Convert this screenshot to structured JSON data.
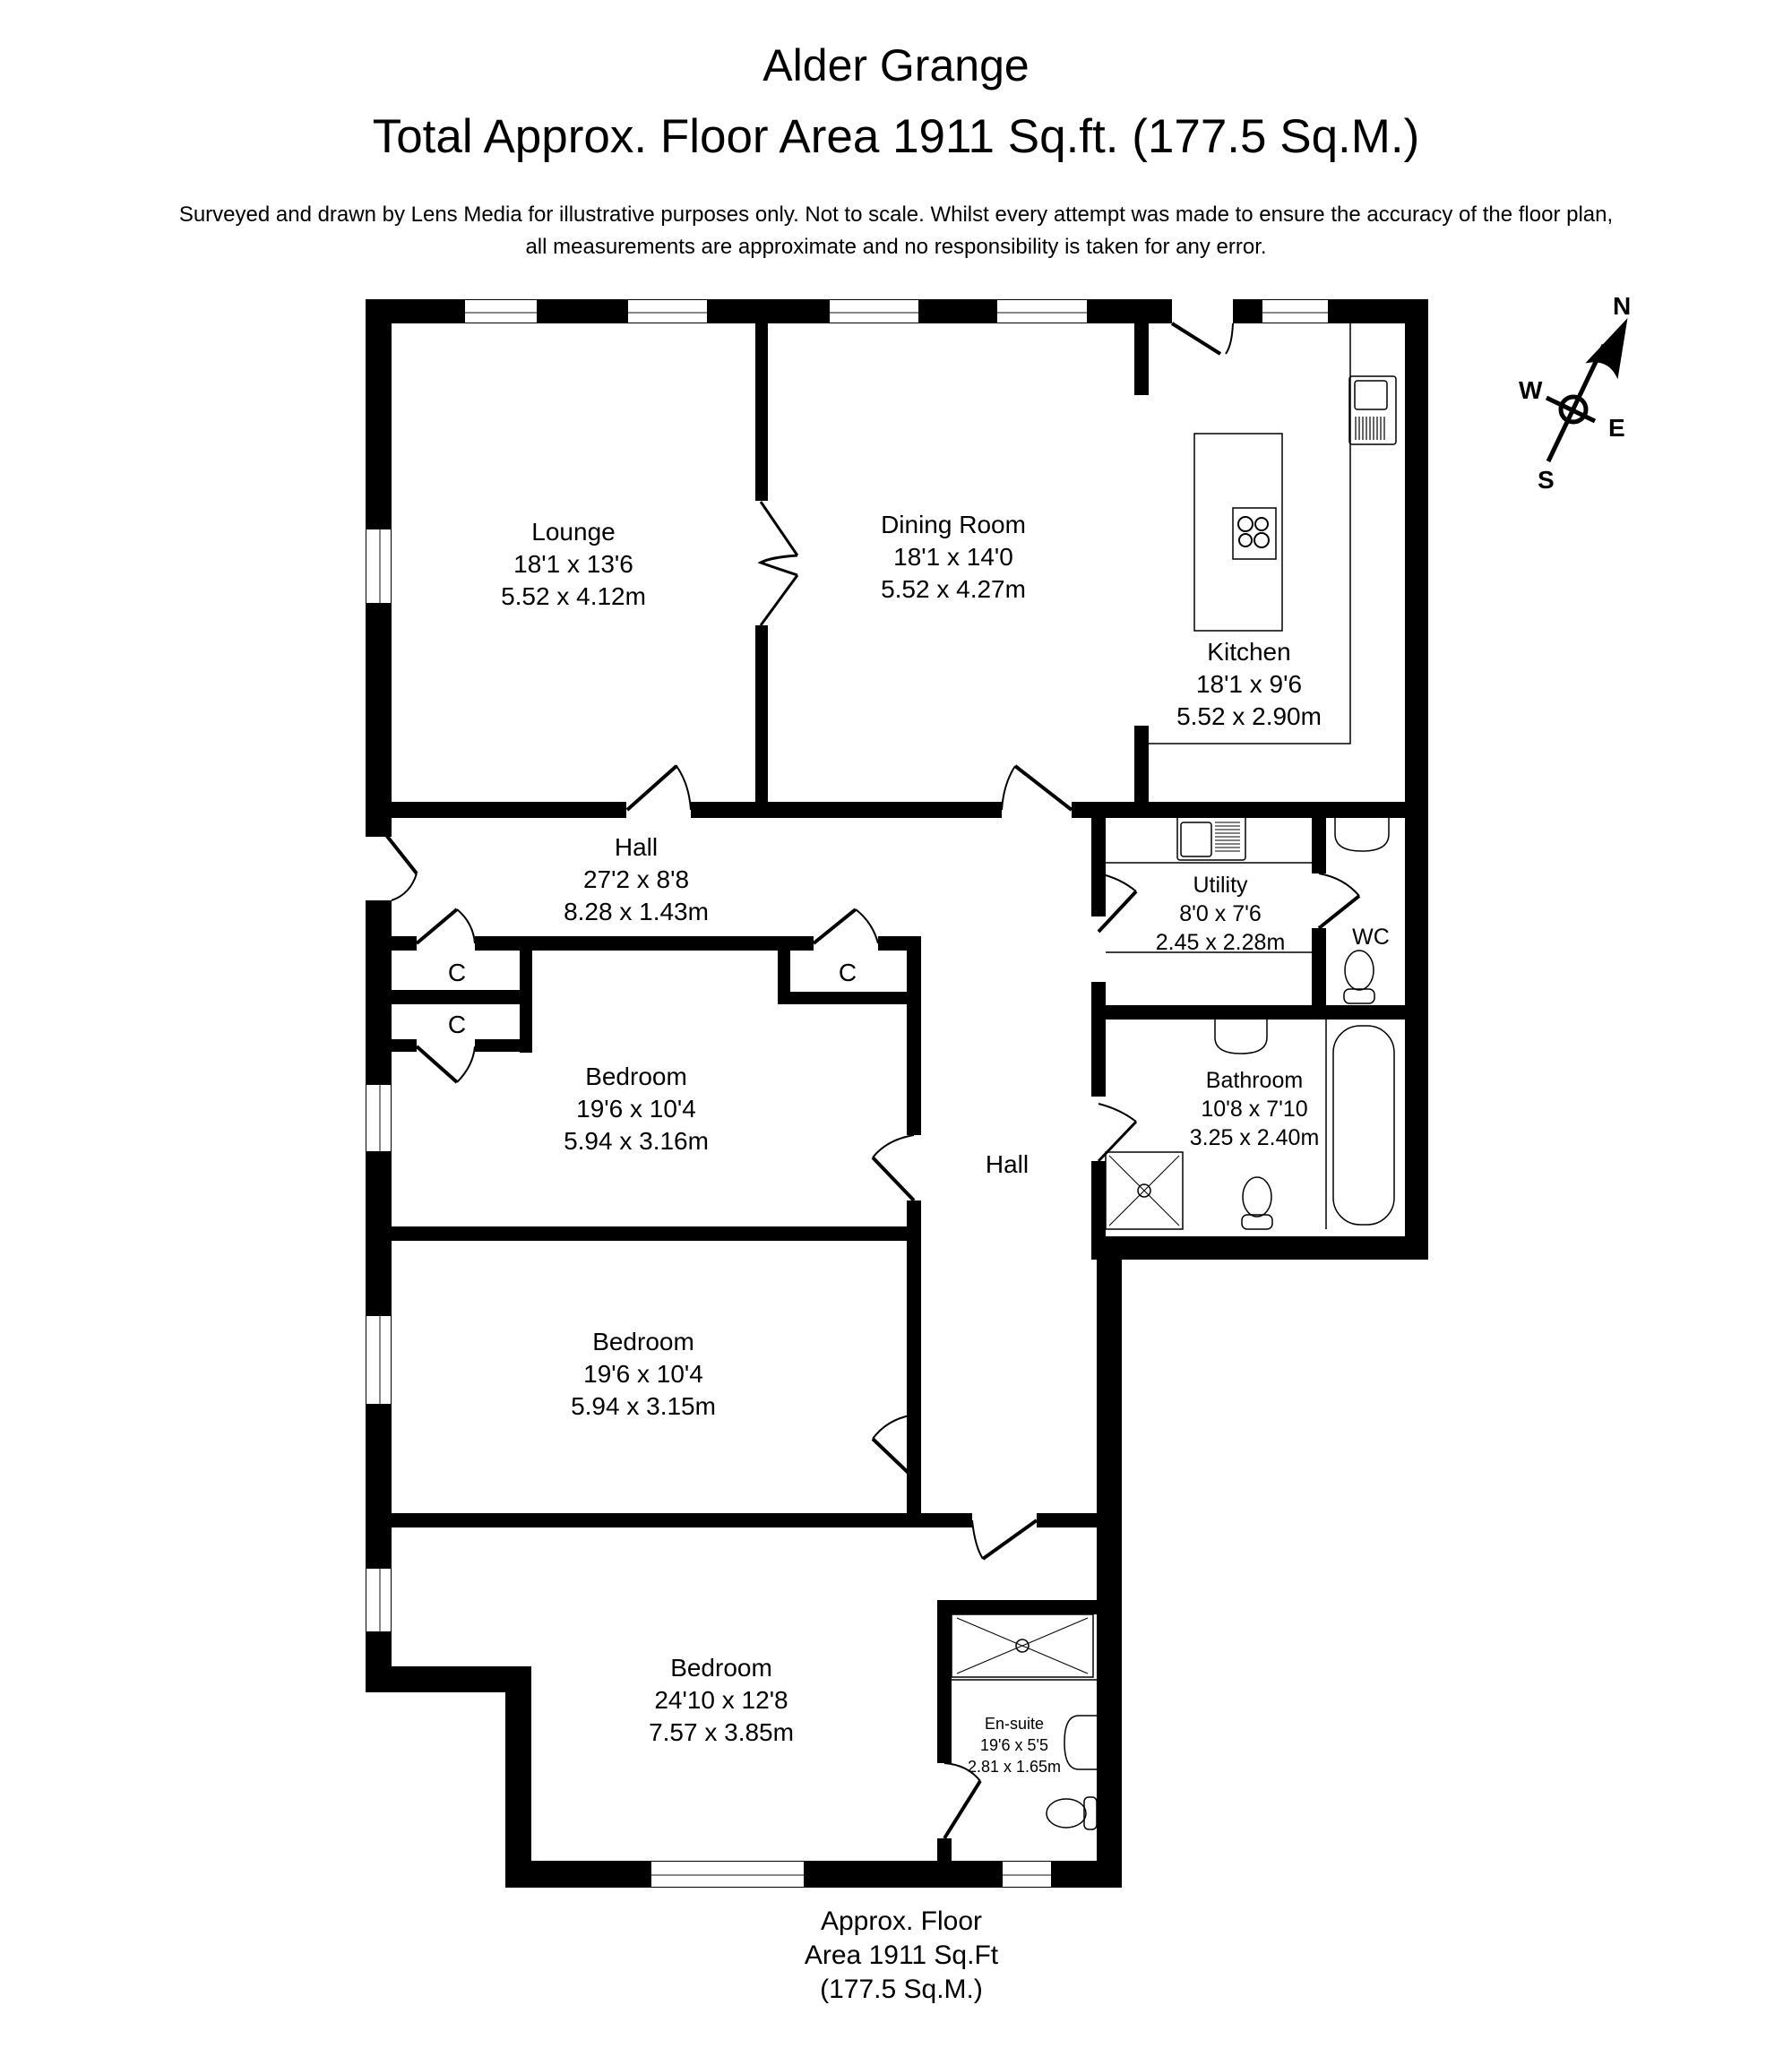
{
  "header": {
    "property_name": "Alder Grange",
    "total_area": "Total Approx. Floor Area 1911 Sq.ft. (177.5 Sq.M.)",
    "disclaimer_line1": "Surveyed and drawn by Lens Media for illustrative purposes only. Not to scale. Whilst every attempt was made to ensure the accuracy of the floor plan,",
    "disclaimer_line2": "all measurements are approximate and no responsibility is taken for any error."
  },
  "compass": {
    "north": "N",
    "south": "S",
    "east": "E",
    "west": "W"
  },
  "rooms": {
    "lounge": {
      "name": "Lounge",
      "imperial": "18'1 x 13'6",
      "metric": "5.52 x 4.12m"
    },
    "dining": {
      "name": "Dining Room",
      "imperial": "18'1 x 14'0",
      "metric": "5.52 x 4.27m"
    },
    "kitchen": {
      "name": "Kitchen",
      "imperial": "18'1 x 9'6",
      "metric": "5.52 x 2.90m"
    },
    "hall_upper": {
      "name": "Hall",
      "imperial": "27'2 x 8'8",
      "metric": "8.28 x 1.43m"
    },
    "hall_lower": {
      "name": "Hall"
    },
    "utility": {
      "name": "Utility",
      "imperial": "8'0 x 7'6",
      "metric": "2.45 x 2.28m"
    },
    "wc": {
      "name": "WC"
    },
    "bathroom": {
      "name": "Bathroom",
      "imperial": "10'8 x 7'10",
      "metric": "3.25 x 2.40m"
    },
    "bedroom1": {
      "name": "Bedroom",
      "imperial": "19'6 x 10'4",
      "metric": "5.94 x 3.16m"
    },
    "bedroom2": {
      "name": "Bedroom",
      "imperial": "19'6 x 10'4",
      "metric": "5.94 x 3.15m"
    },
    "bedroom3": {
      "name": "Bedroom",
      "imperial": "24'10 x 12'8",
      "metric": "7.57 x 3.85m"
    },
    "ensuite": {
      "name": "En-suite",
      "imperial": "19'6 x 5'5",
      "metric": "2.81 x 1.65m"
    },
    "cupboards": [
      "C",
      "C",
      "C"
    ]
  },
  "footer": {
    "line1": "Approx. Floor",
    "line2": "Area 1911 Sq.Ft",
    "line3": "(177.5 Sq.M.)"
  }
}
